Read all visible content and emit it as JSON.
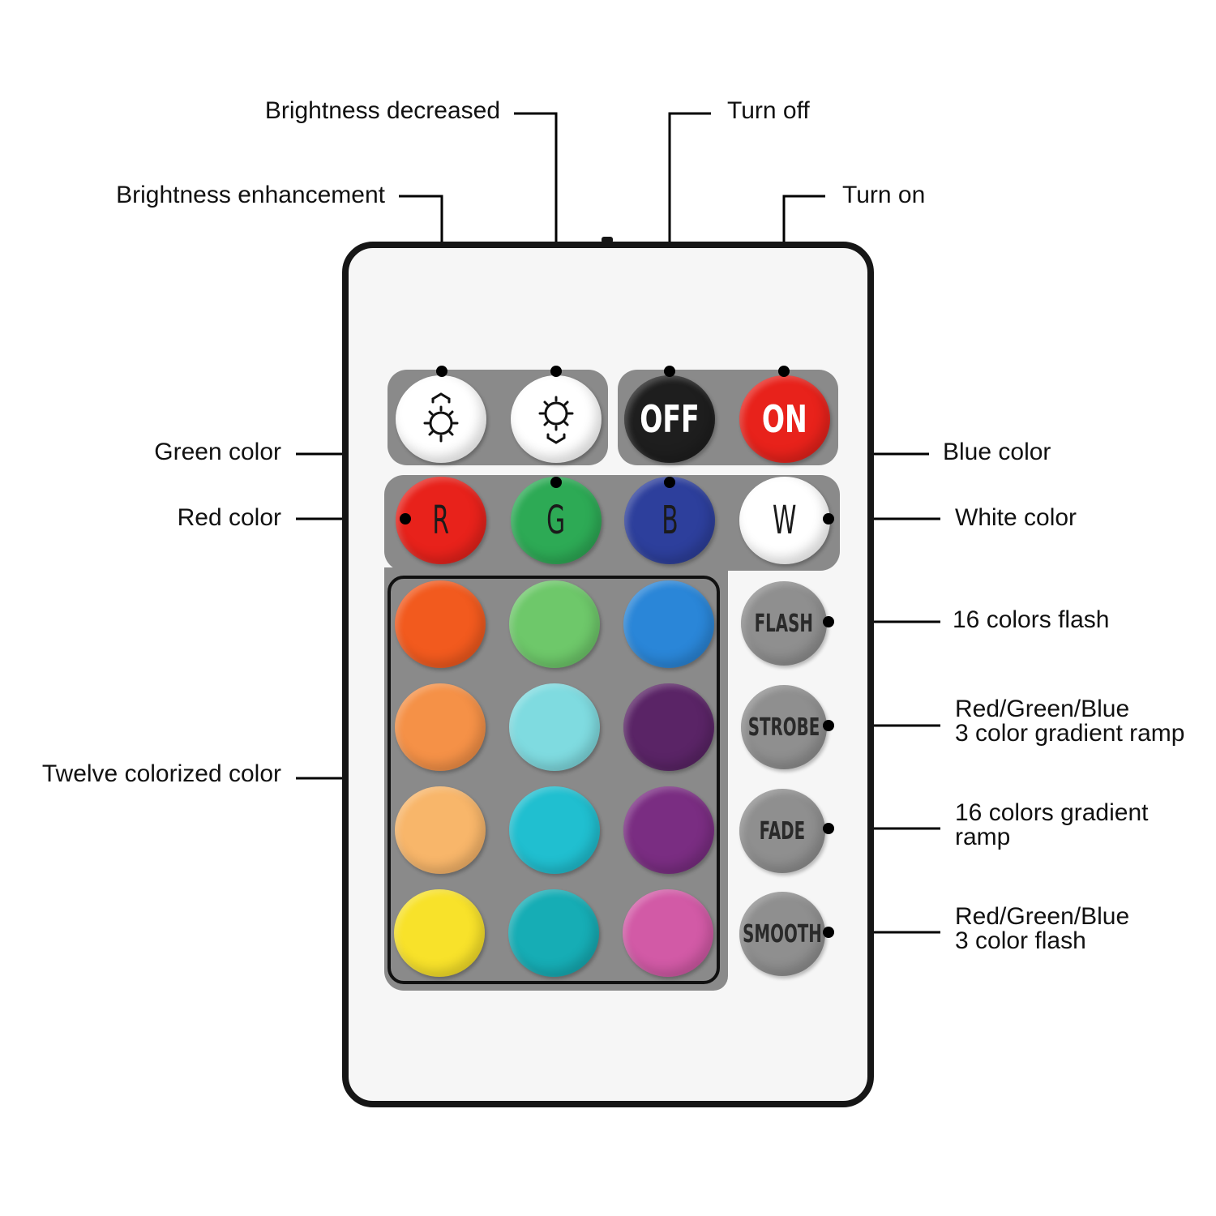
{
  "labels": {
    "brightness_decreased": "Brightness decreased",
    "brightness_enhancement": "Brightness enhancement",
    "turn_off": "Turn off",
    "turn_on": "Turn on",
    "green_color": "Green color",
    "blue_color": "Blue color",
    "red_color": "Red color",
    "white_color": "White color",
    "twelve_colors": "Twelve colorized color",
    "flash_desc": "16 colors flash",
    "strobe_desc_1": "Red/Green/Blue",
    "strobe_desc_2": "3 color gradient ramp",
    "fade_desc_1": "16 colors gradient",
    "fade_desc_2": "ramp",
    "smooth_desc_1": "Red/Green/Blue",
    "smooth_desc_2": "3 color  flash"
  },
  "buttons": {
    "off": "OFF",
    "on": "ON",
    "r": "R",
    "g": "G",
    "b": "B",
    "w": "W",
    "flash": "FLASH",
    "strobe": "STROBE",
    "fade": "FADE",
    "smooth": "SMOOTH"
  },
  "icons": {
    "brightness_up": "sun-arrow-up-icon",
    "brightness_down": "sun-arrow-down-icon"
  },
  "colors": {
    "off": "#1e1e1e",
    "on": "#e8221b",
    "r": "#e8221b",
    "g": "#2daa55",
    "b": "#2d3f9c",
    "w": "#ffffff",
    "grid": [
      [
        "#f25a1e",
        "#6ec86a",
        "#2a86d8"
      ],
      [
        "#f59147",
        "#7fdbe0",
        "#5a2466"
      ],
      [
        "#f8b66a",
        "#20bfd0",
        "#7a2d82"
      ],
      [
        "#f8e22a",
        "#16adb5",
        "#d25aa6"
      ]
    ]
  }
}
